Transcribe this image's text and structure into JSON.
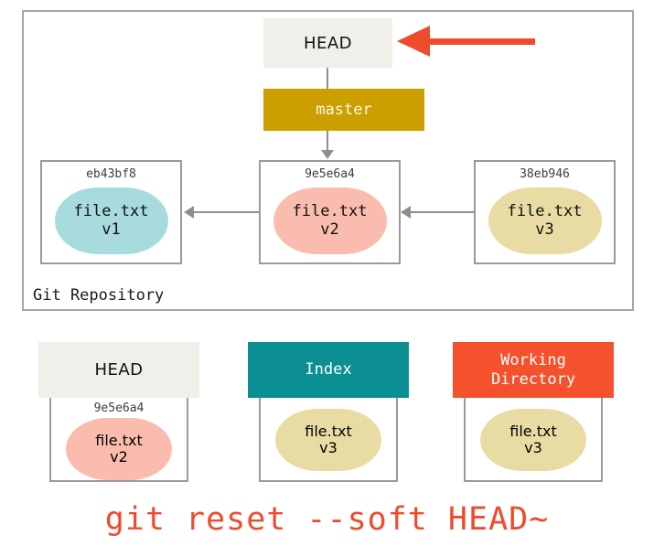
{
  "repository": {
    "label": "Git Repository",
    "head_pointer": {
      "label": "HEAD"
    },
    "branch": {
      "label": "master",
      "color": "#cc9f00"
    },
    "commits": [
      {
        "hash": "eb43bf8",
        "file": "file.txt",
        "version": "v1",
        "blob_color": "#a8dbde"
      },
      {
        "hash": "9e5e6a4",
        "file": "file.txt",
        "version": "v2",
        "blob_color": "#fabcae"
      },
      {
        "hash": "38eb946",
        "file": "file.txt",
        "version": "v3",
        "blob_color": "#e8dca4"
      }
    ],
    "annotation_arrow": {
      "name": "red-left-arrow",
      "color": "#ef4b2e",
      "points_to": "HEAD"
    }
  },
  "states": {
    "head": {
      "title": "HEAD",
      "header_color": "#f0efe9",
      "hash": "9e5e6a4",
      "file": "file.txt",
      "version": "v2",
      "blob_color": "#fabcae"
    },
    "index": {
      "title": "Index",
      "header_color": "#0b8f93",
      "file": "file.txt",
      "version": "v3",
      "blob_color": "#e8dca4"
    },
    "working_directory": {
      "title_line1": "Working",
      "title_line2": "Directory",
      "header_color": "#f4512c",
      "file": "file.txt",
      "version": "v3",
      "blob_color": "#e8dca4"
    }
  },
  "command": {
    "text": "git reset --soft HEAD~",
    "color": "#ef4b2e"
  }
}
